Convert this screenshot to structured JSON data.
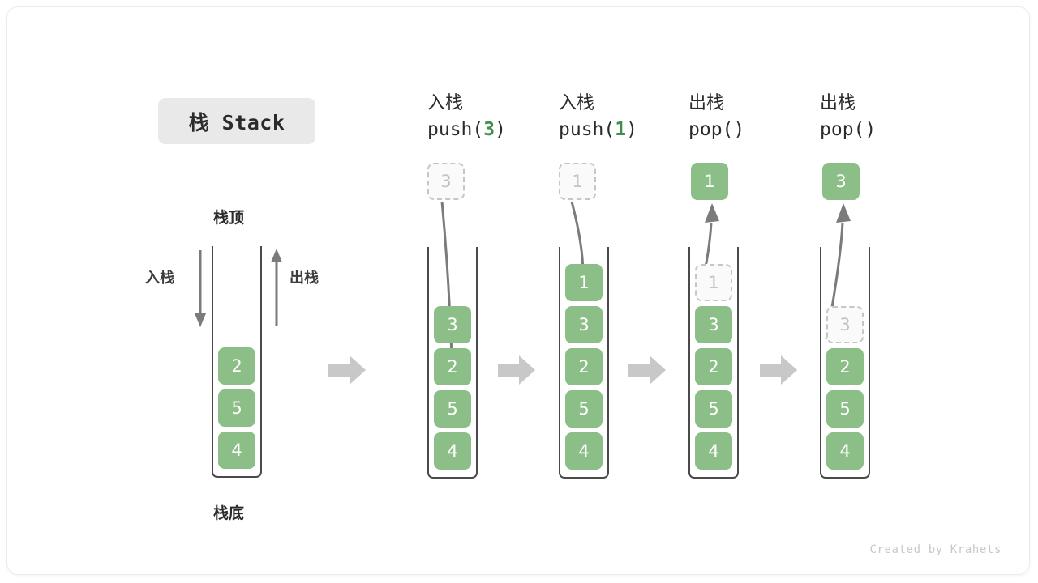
{
  "title_badge": {
    "label": "栈 Stack"
  },
  "base_stack": {
    "top_label": "栈顶",
    "bottom_label": "栈底",
    "push_label": "入栈",
    "pop_label": "出栈",
    "cells": [
      "2",
      "5",
      "4"
    ]
  },
  "separator_icon": "right-arrow-icon",
  "columns": [
    {
      "id": "push-3",
      "cn": "入栈",
      "code_prefix": "push(",
      "code_arg": "3",
      "code_suffix": ")",
      "op": "push",
      "floating_value": "3",
      "floating_style": "ghost",
      "stack_cells": [
        {
          "value": "3",
          "style": "solid"
        },
        {
          "value": "2",
          "style": "solid"
        },
        {
          "value": "5",
          "style": "solid"
        },
        {
          "value": "4",
          "style": "solid"
        }
      ]
    },
    {
      "id": "push-1",
      "cn": "入栈",
      "code_prefix": "push(",
      "code_arg": "1",
      "code_suffix": ")",
      "op": "push",
      "floating_value": "1",
      "floating_style": "ghost",
      "stack_cells": [
        {
          "value": "1",
          "style": "solid"
        },
        {
          "value": "3",
          "style": "solid"
        },
        {
          "value": "2",
          "style": "solid"
        },
        {
          "value": "5",
          "style": "solid"
        },
        {
          "value": "4",
          "style": "solid"
        }
      ]
    },
    {
      "id": "pop-1",
      "cn": "出栈",
      "code_prefix": "pop(",
      "code_arg": "",
      "code_suffix": ")",
      "op": "pop",
      "floating_value": "1",
      "floating_style": "solid",
      "stack_cells": [
        {
          "value": "1",
          "style": "ghost"
        },
        {
          "value": "3",
          "style": "solid"
        },
        {
          "value": "2",
          "style": "solid"
        },
        {
          "value": "5",
          "style": "solid"
        },
        {
          "value": "4",
          "style": "solid"
        }
      ]
    },
    {
      "id": "pop-3",
      "cn": "出栈",
      "code_prefix": "pop(",
      "code_arg": "",
      "code_suffix": ")",
      "op": "pop",
      "floating_value": "3",
      "floating_style": "solid",
      "stack_cells": [
        {
          "value": "3",
          "style": "ghost"
        },
        {
          "value": "2",
          "style": "solid"
        },
        {
          "value": "5",
          "style": "solid"
        },
        {
          "value": "4",
          "style": "solid"
        }
      ]
    }
  ],
  "footer": {
    "credit": "Created by Krahets"
  },
  "colors": {
    "cell_green": "#8cbf87",
    "arg_green": "#3f8f48",
    "badge_bg": "#e9e9e9",
    "arrow_gray": "#c8c8c8",
    "stroke_gray": "#808080",
    "ghost_border": "#c6c6c6"
  }
}
